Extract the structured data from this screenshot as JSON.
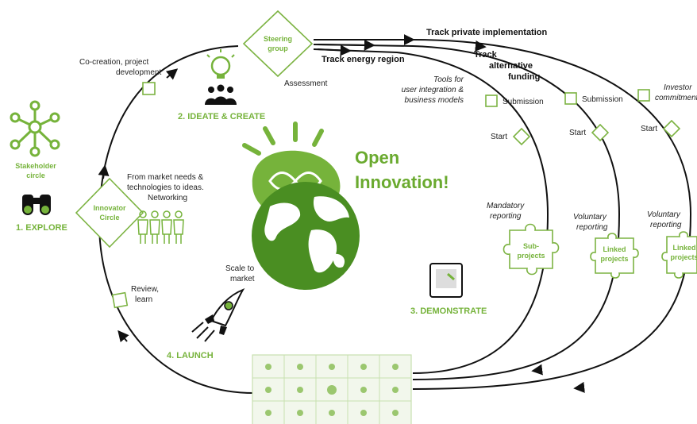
{
  "diagram": {
    "steering_group": [
      "Steering",
      "group"
    ],
    "assessment": "Assessment",
    "tracks": {
      "private": "Track private implementation",
      "energy": "Track energy region",
      "alternative": [
        "Track",
        "alternative",
        "funding"
      ]
    },
    "tools": [
      "Tools for",
      "user integration &",
      "business models"
    ],
    "submission_labels": [
      "Submission",
      "Submission"
    ],
    "investor": [
      "Investor",
      "commitment"
    ],
    "start_labels": [
      "Start",
      "Start",
      "Start"
    ],
    "reporting": {
      "mandatory": [
        "Mandatory",
        "reporting"
      ],
      "voluntary_1": [
        "Voluntary",
        "reporting"
      ],
      "voluntary_2": [
        "Voluntary",
        "reporting"
      ]
    },
    "puzzles": {
      "sub": [
        "Sub-",
        "projects"
      ],
      "linked_1": [
        "Linked",
        "projects"
      ],
      "linked_2": [
        "Linked",
        "projects"
      ]
    },
    "cocreation": [
      "Co-creation, project",
      "development"
    ],
    "ideate": "2. IDEATE & CREATE",
    "stakeholder": [
      "Stakeholder",
      "circle"
    ],
    "explore": "1. EXPLORE",
    "innovator": [
      "Innovator",
      "Circle"
    ],
    "market_needs": [
      "From market needs &",
      "technologies to ideas.",
      "Networking"
    ],
    "open_innovation": [
      "Open",
      "Innovation!"
    ],
    "scale": [
      "Scale to",
      "market"
    ],
    "review": [
      "Review,",
      "learn"
    ],
    "launch": "4. LAUNCH",
    "demonstrate": "3. DEMONSTRATE"
  },
  "colors": {
    "green": "#76b33b",
    "dark_green": "#4f8a1e",
    "earth": "#3d7d1c"
  },
  "icons": [
    "network-icon",
    "binoculars-icon",
    "lightbulb-icon",
    "people-icon",
    "crowd-icon",
    "rocket-icon",
    "tablet-icon",
    "globe-icon",
    "puzzle-icon"
  ]
}
